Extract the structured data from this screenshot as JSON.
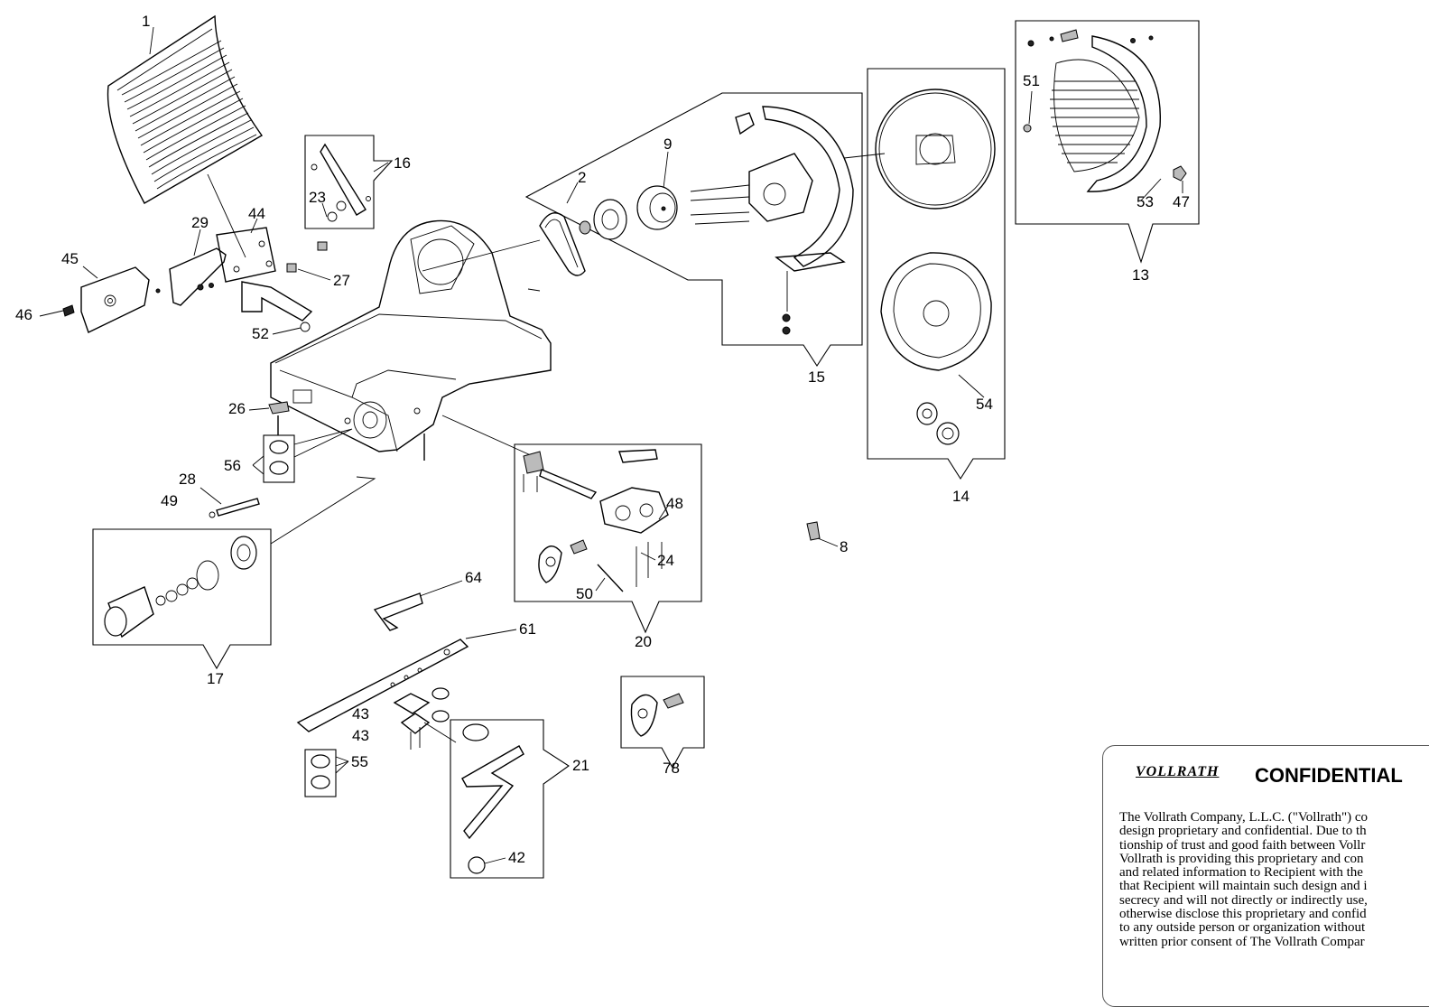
{
  "diagram": {
    "callouts": [
      "1",
      "2",
      "8",
      "9",
      "13",
      "14",
      "15",
      "16",
      "17",
      "20",
      "21",
      "23",
      "24",
      "26",
      "27",
      "28",
      "29",
      "42",
      "43",
      "43",
      "44",
      "45",
      "46",
      "47",
      "48",
      "49",
      "50",
      "51",
      "52",
      "53",
      "54",
      "55",
      "56",
      "61",
      "64",
      "78"
    ]
  },
  "notice": {
    "brand": "VOLLRATH",
    "heading": "CONFIDENTIAL",
    "lines": [
      "The Vollrath Company, L.L.C. (\"Vollrath\") co",
      "design proprietary and confidential.  Due to th",
      "tionship of trust and good faith between Vollr",
      "Vollrath is providing this proprietary and con",
      "and related information to Recipient with the",
      "that Recipient will maintain such design and i",
      "secrecy and will not directly or indirectly use,",
      "otherwise disclose this proprietary and confid",
      "to any outside person or organization without",
      "written prior consent of The Vollrath Compar"
    ]
  }
}
